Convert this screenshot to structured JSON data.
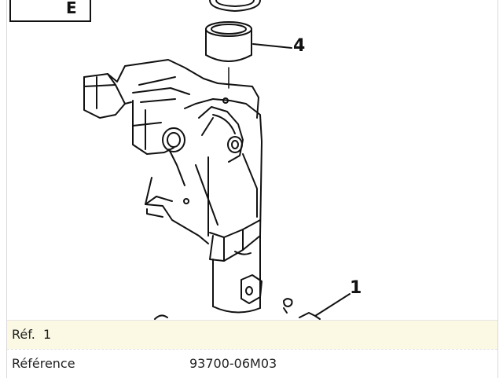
{
  "diagram": {
    "section_label": "E",
    "callouts": {
      "part_4": "4",
      "part_1": "1"
    }
  },
  "table": {
    "ref_row": {
      "label": "Réf.",
      "value": "1"
    },
    "reference_row": {
      "label": "Référence",
      "value": "93700-06M03"
    }
  },
  "colors": {
    "highlight_row": "#fbf9e4",
    "border": "#d9d9d9",
    "line": "#111111"
  }
}
